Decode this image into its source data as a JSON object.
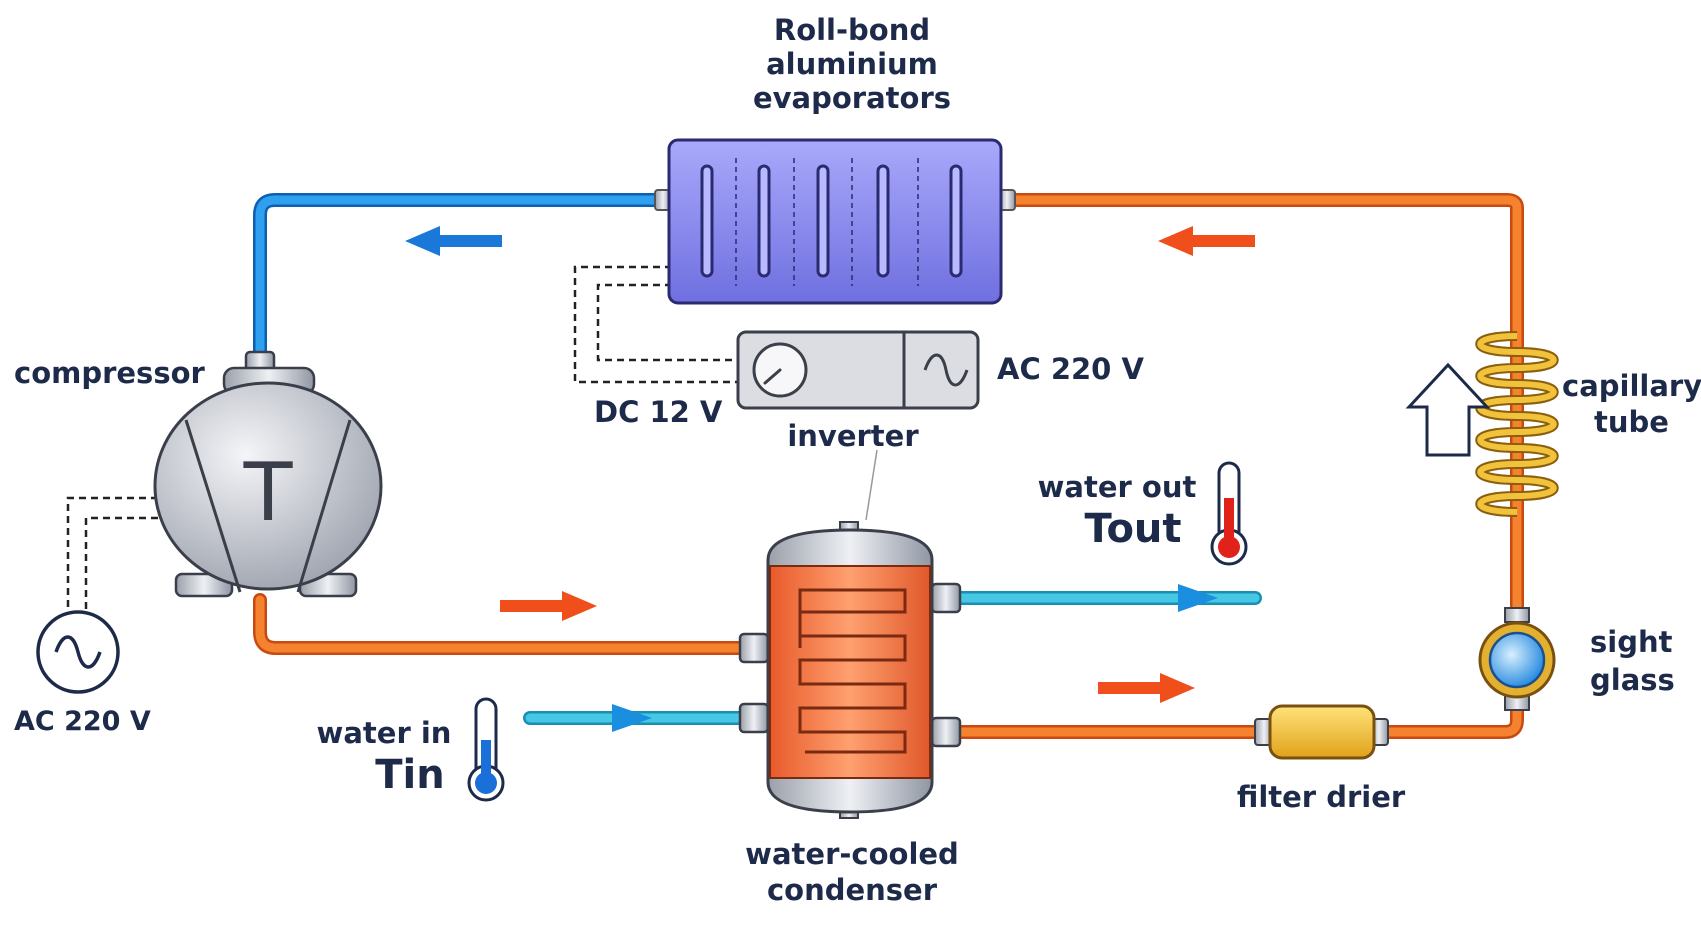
{
  "labels": {
    "evaporator": [
      "Roll-bond",
      "aluminium",
      "evaporators"
    ],
    "compressor": "compressor",
    "compressor_symbol": "T",
    "power_supply": "AC 220 V",
    "inverter": "inverter",
    "inverter_ac": "AC 220 V",
    "inverter_dc": "DC 12 V",
    "capillary_tube": [
      "capillary",
      "tube"
    ],
    "sight_glass": [
      "sight",
      "glass"
    ],
    "filter_drier": "filter drier",
    "condenser": [
      "water-cooled",
      "condenser"
    ],
    "water_out": "water out",
    "water_out_symbol": "Tout",
    "water_in": "water in",
    "water_in_symbol": "Tin"
  },
  "colors": {
    "hot_line": "#f26a1b",
    "cold_line": "#1f8fe0",
    "water_line": "#2fb3d6",
    "flow_arrow_hot": "#f04e1a",
    "flow_arrow_cold": "#1a78d8",
    "evaporator_fill": "#8b8cf0",
    "condenser_fill": "#f07a45",
    "coil": "#e8b020",
    "text": "#1e2a4a"
  }
}
